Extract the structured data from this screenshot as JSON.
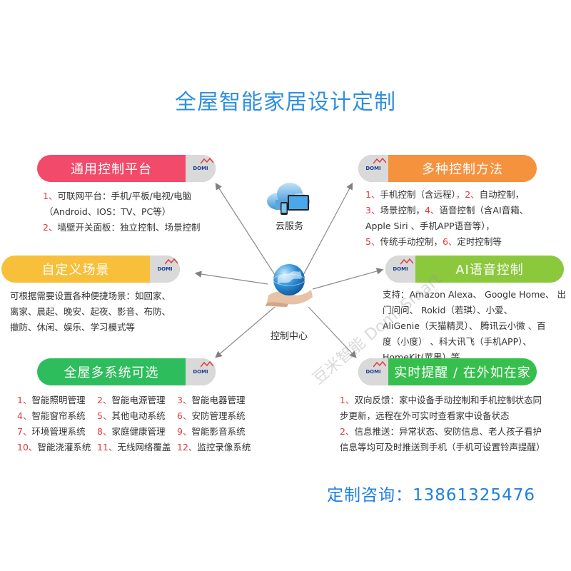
{
  "title": "全屋智能家居设计定制",
  "cloud_label": "云服务",
  "hub_label": "控制中心",
  "logo_text": "DOMI",
  "contact": "定制咨询：13861325476",
  "watermark": "豆米智能 Domi Smart",
  "colors": {
    "title": "#2f8fe0",
    "platform": "#f24a6a",
    "methods": "#f5923e",
    "scene": "#f7bf3a",
    "voice": "#8bc83c",
    "system": "#2dbd5c",
    "alert": "#37bf4e",
    "number": "#e03b3b",
    "contact": "#1e7fe0"
  },
  "icons": [
    "cloud-icon",
    "tablet-icon",
    "phone-icon",
    "globe-icon",
    "hand-icon",
    "logo-wave-icon"
  ],
  "platform": {
    "label": "通用控制平台",
    "items": [
      {
        "num": "1、",
        "text": "可联网平台：手机/平板/电视/电脑"
      },
      {
        "num": "",
        "text": "（Android、IOS：TV、PC等）"
      },
      {
        "num": "2、",
        "text": "墙壁开关面板：独立控制、场景控制"
      }
    ]
  },
  "methods": {
    "label": "多种控制方法",
    "lines": [
      [
        {
          "num": "1、",
          "text": "手机控制（含远程）"
        },
        {
          "num": "，2、",
          "text": "自动控制，"
        }
      ],
      [
        {
          "num": "3、",
          "text": "场景控制，"
        },
        {
          "num": "4、",
          "text": "语音控制（含AI音箱、"
        }
      ],
      [
        {
          "num": "",
          "text": "Apple Siri 、手机APP语音等），"
        }
      ],
      [
        {
          "num": "5、",
          "text": "传统手动控制，"
        },
        {
          "num": "6、",
          "text": "定时控制等"
        }
      ]
    ]
  },
  "scene": {
    "label": "自定义场景",
    "lines": [
      "可根据需要设置各种便捷场景：如回家、",
      "离家、晨起、晚安、起夜、影音、布防、",
      "撤防、休闲、娱乐、学习模式等"
    ]
  },
  "voice": {
    "label": "AI语音控制",
    "lines": [
      "支持：Amazon Alexa、 Google Home、 出",
      "门问问、 Rokid（若琪）、小爱、",
      "AliGenie（天猫精灵）、 腾讯云小微 、百",
      "度（小度） 、科大讯飞（手机APP）、",
      "HomeKit(苹果）等"
    ]
  },
  "system": {
    "label": "全屋多系统可选",
    "items": [
      {
        "num": "1、",
        "text": "智能照明管理"
      },
      {
        "num": "2、",
        "text": "智能电源管理"
      },
      {
        "num": "3、",
        "text": "智能电器管理"
      },
      {
        "num": "4、",
        "text": "智能窗帘系统"
      },
      {
        "num": "5、",
        "text": "其他电动系统"
      },
      {
        "num": "6、",
        "text": "安防管理系统"
      },
      {
        "num": "7、",
        "text": "环境管理系统"
      },
      {
        "num": "8、",
        "text": "家庭健康管理"
      },
      {
        "num": "9、",
        "text": "智能影音系统"
      },
      {
        "num": "10、",
        "text": "智能浇灌系统"
      },
      {
        "num": "11、",
        "text": "无线网络覆盖"
      },
      {
        "num": "12、",
        "text": "监控录像系统"
      }
    ]
  },
  "alert": {
    "label": "实时提醒 / 在外如在家",
    "lines": [
      {
        "num": "1、",
        "text": "双向反馈：家中设备手动控制和手机控制状态同"
      },
      {
        "num": "",
        "text": "步更新，远程在外可实时查看家中设备状态"
      },
      {
        "num": "2、",
        "text": "信息推送：异常状态、安防信息、老人孩子看护"
      },
      {
        "num": "",
        "text": "信息等均可及时推送到手机（手机可设置铃声提醒）"
      }
    ]
  }
}
